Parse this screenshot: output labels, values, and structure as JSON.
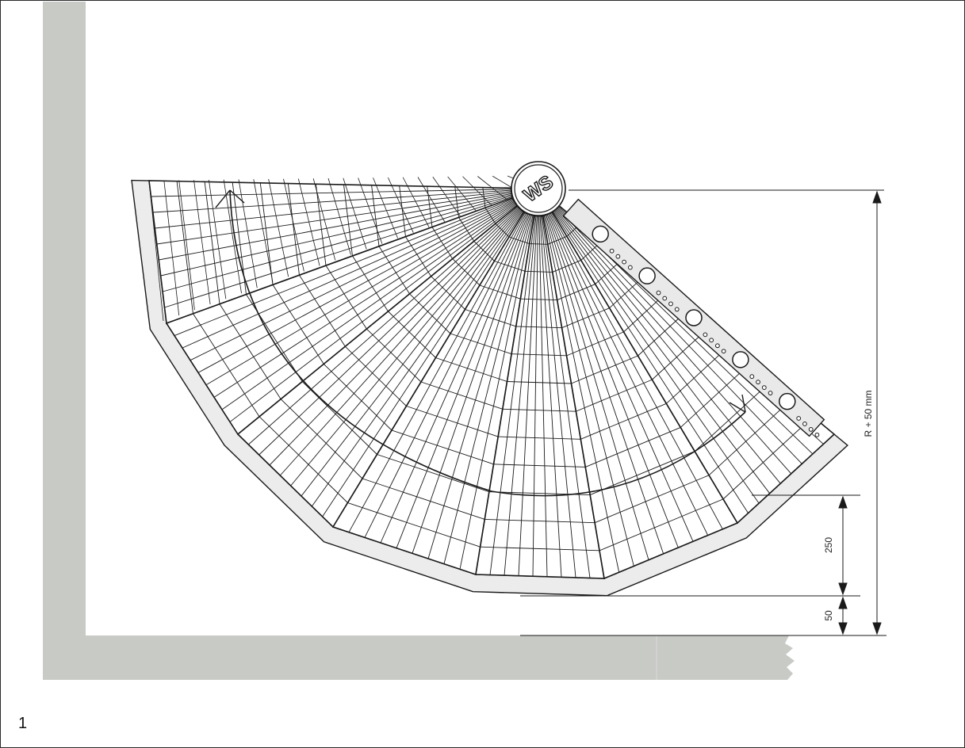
{
  "figure": {
    "number": "1",
    "logo_text": "WS"
  },
  "dimensions": {
    "radius_label": "R + 50 mm",
    "inner_label": "250",
    "wall_gap_label": "50"
  },
  "colors": {
    "wall": "#c8cac6",
    "line": "#1a1a1a",
    "bar": "#e9e9e9"
  }
}
